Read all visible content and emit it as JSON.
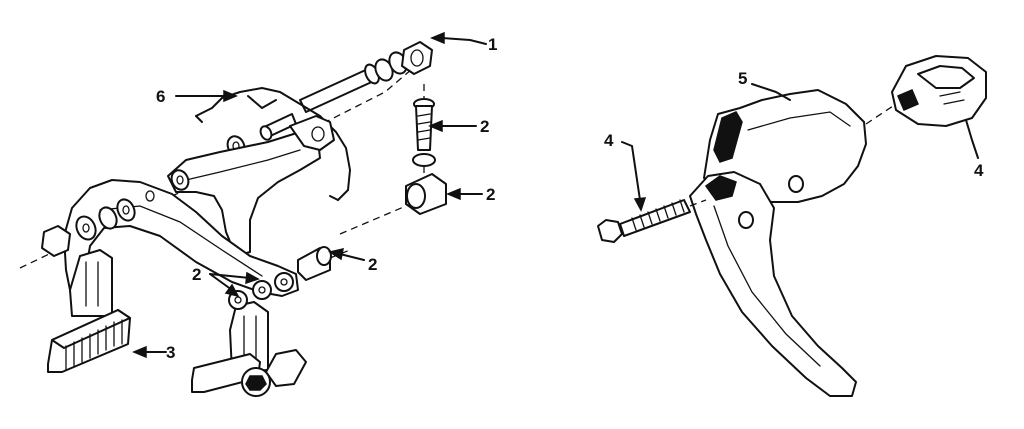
{
  "callouts": {
    "c1": "1",
    "c2a": "2",
    "c2b": "2",
    "c2c": "2",
    "c2d": "2",
    "c3": "3",
    "c4a": "4",
    "c4b": "4",
    "c5": "5",
    "c6": "6"
  },
  "colors": {
    "ink": "#111111",
    "paper": "#ffffff"
  }
}
